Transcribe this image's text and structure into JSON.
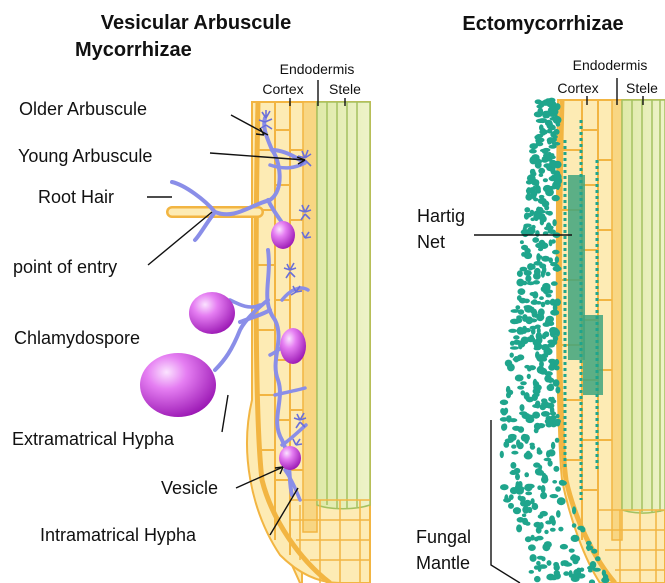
{
  "vam": {
    "title_line1": "Vesicular Arbuscule",
    "title_line2": "Mycorrhizae",
    "header_endodermis": "Endodermis",
    "header_cortex": "Cortex",
    "header_stele": "Stele",
    "labels": {
      "older_arbuscule": "Older Arbuscule",
      "young_arbuscule": "Young Arbuscule",
      "root_hair": "Root Hair",
      "point_of_entry": "point of entry",
      "chlamydospore": "Chlamydospore",
      "extramatrical_hypha": "Extramatrical Hypha",
      "vesicle": "Vesicle",
      "intramatrical_hypha": "Intramatrical Hypha"
    }
  },
  "ecto": {
    "title": "Ectomycorrhizae",
    "header_endodermis": "Endodermis",
    "header_cortex": "Cortex",
    "header_stele": "Stele",
    "labels": {
      "hartig_line1": "Hartig",
      "hartig_line2": "Net",
      "fungal_line1": "Fungal",
      "fungal_line2": "Mantle"
    }
  },
  "colors": {
    "cortex_fill": "#fdebb4",
    "cell_wall": "#f2b542",
    "stele_fill": "#e4edb3",
    "stele_line": "#a4c160",
    "hypha": "#8a8ee8",
    "hypha_dark": "#5d62c9",
    "vesicle": "#c23ed6",
    "fungus": "#1fa58c"
  }
}
